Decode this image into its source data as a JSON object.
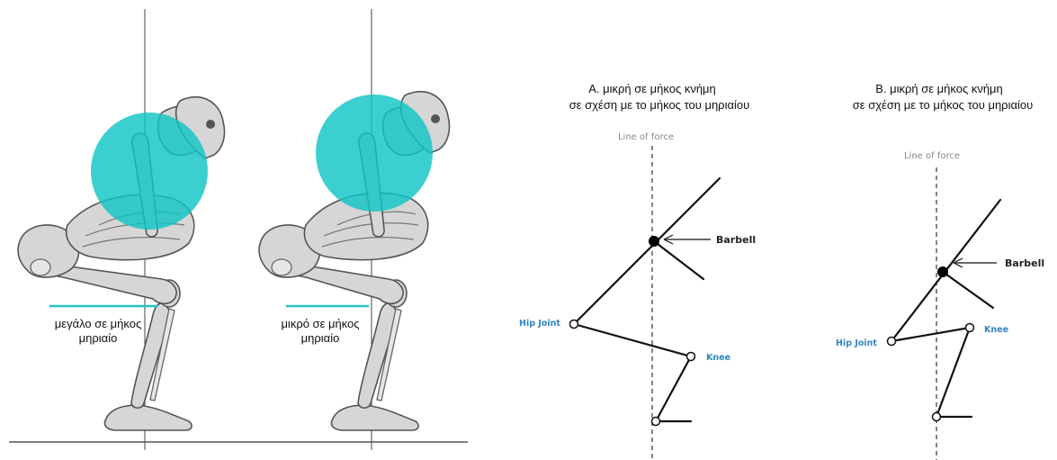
{
  "left_panel": {
    "skeleton_1": {
      "label_line1": "μεγάλο σε μήκος",
      "label_line2": "μηριαίο"
    },
    "skeleton_2": {
      "label_line1": "μικρό σε μήκος",
      "label_line2": "μηριαίο"
    }
  },
  "diagram_a": {
    "title_line1": "Α. μικρή σε μήκος κνήμη",
    "title_line2": "σε σχέση με το μήκος του μηριαίου",
    "line_of_force": "Line of force",
    "barbell": "Barbell",
    "hip_joint": "Hip Joint",
    "knee": "Knee"
  },
  "diagram_b": {
    "title_line1": "Β. μικρή σε μήκος κνήμη",
    "title_line2": "σε σχέση με το μήκος του μηριαίου",
    "line_of_force": "Line of force",
    "barbell": "Barbell",
    "hip_joint": "Hip Joint",
    "knee": "Knee"
  },
  "colors": {
    "circle_fill": "#11c4c4",
    "label_underline": "#22c3c3",
    "joint_label": "#2e86c1",
    "link": "#111111"
  }
}
